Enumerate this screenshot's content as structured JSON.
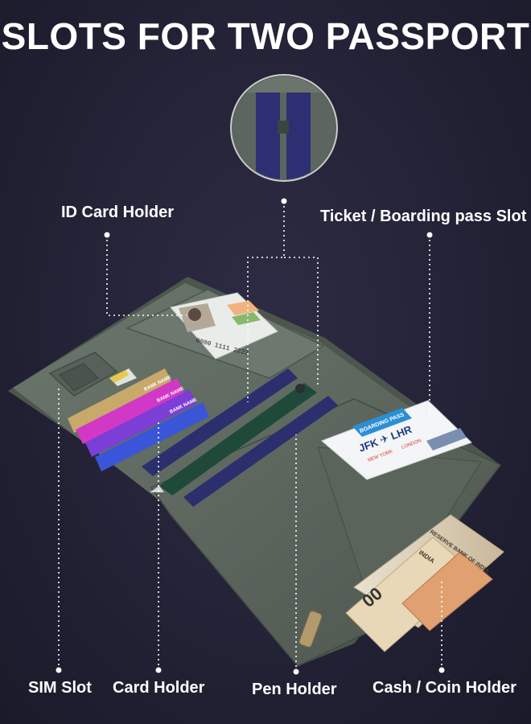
{
  "headline": "SLOTS FOR TWO PASSPORT",
  "labels": {
    "id_card_holder": "ID Card Holder",
    "ticket_slot": "Ticket / Boarding pass Slot",
    "sim_slot": "SIM Slot",
    "card_holder": "Card Holder",
    "pen_holder": "Pen Holder",
    "cash_coin_holder": "Cash / Coin Holder"
  },
  "ticket": {
    "boarding_pass": "BOARDING PASS",
    "route": "JFK ✈ LHR",
    "from_city": "NEW YORK",
    "to_city": "LONDON"
  },
  "id_card": {
    "number": "0000 1111 2222"
  },
  "cards": {
    "bank_name": "BANK NAME"
  },
  "cash": {
    "bank_text": "RESERVE BANK OF INDIA",
    "country": "INDIA"
  },
  "colors": {
    "background": "#232236",
    "wallet_green": "#5f6960",
    "pen_blue": "#2b2f6e",
    "pen_green": "#1f4a3a",
    "ticket_accent": "#2a8fd6"
  }
}
